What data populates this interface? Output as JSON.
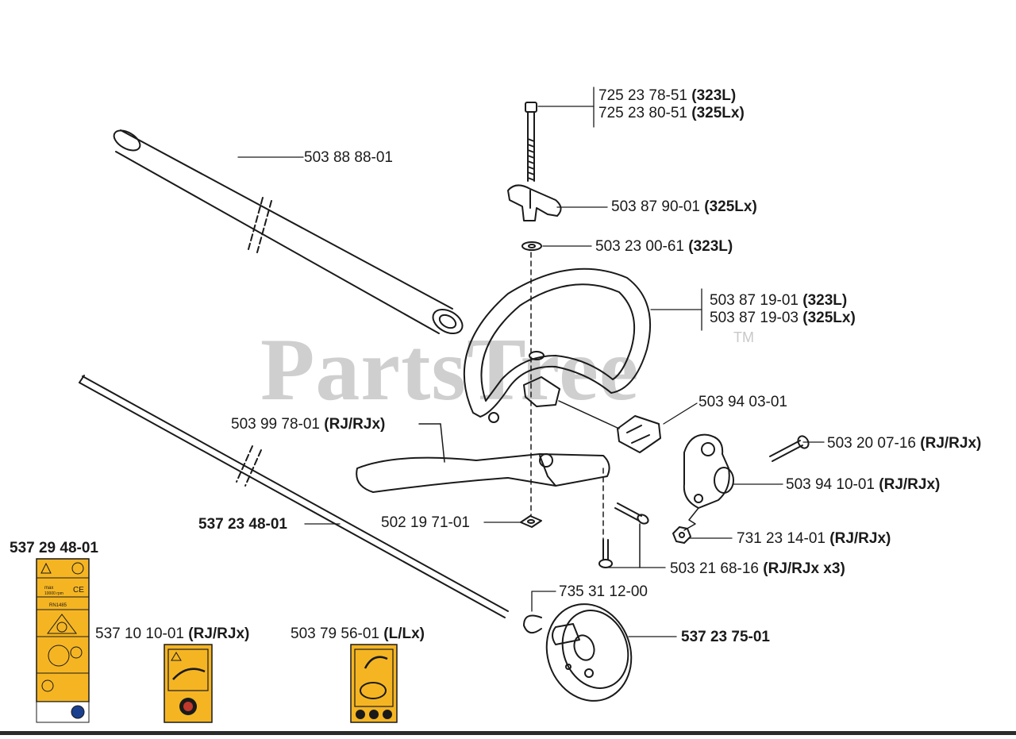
{
  "watermark": {
    "text": "PartsTree",
    "tm": "TM"
  },
  "parts": [
    {
      "id": "bolt",
      "lines": [
        {
          "code": "725 23 78-51",
          "variant": "(323L)"
        },
        {
          "code": "725 23 80-51",
          "variant": "(325Lx)"
        }
      ]
    },
    {
      "id": "shaft-tube",
      "lines": [
        {
          "code": "503 88 88-01",
          "variant": ""
        }
      ]
    },
    {
      "id": "wing-nut",
      "lines": [
        {
          "code": "503 87 90-01",
          "variant": "(325Lx)"
        }
      ]
    },
    {
      "id": "washer",
      "lines": [
        {
          "code": "503 23 00-61",
          "variant": "(323L)"
        }
      ]
    },
    {
      "id": "loop-handle",
      "lines": [
        {
          "code": "503 87 19-01",
          "variant": "(323L)"
        },
        {
          "code": "503 87 19-03",
          "variant": "(325Lx)"
        }
      ]
    },
    {
      "id": "clamp-block",
      "lines": [
        {
          "code": "503 94 03-01",
          "variant": ""
        }
      ]
    },
    {
      "id": "rj-handle",
      "lines": [
        {
          "code": "503 99 78-01",
          "variant": "(RJ/RJx)"
        }
      ]
    },
    {
      "id": "screw-right",
      "lines": [
        {
          "code": "503 20 07-16",
          "variant": "(RJ/RJx)"
        }
      ]
    },
    {
      "id": "clamp-housing",
      "lines": [
        {
          "code": "503 94 10-01",
          "variant": "(RJ/RJx)"
        }
      ]
    },
    {
      "id": "square-nut",
      "lines": [
        {
          "code": "502 19 71-01",
          "variant": ""
        }
      ]
    },
    {
      "id": "drive-shaft",
      "lines": [
        {
          "code": "537 23 48-01",
          "variant": ""
        }
      ]
    },
    {
      "id": "hex-nut",
      "lines": [
        {
          "code": "731 23 14-01",
          "variant": "(RJ/RJx)"
        }
      ]
    },
    {
      "id": "screws-x3",
      "lines": [
        {
          "code": "503 21 68-16",
          "variant": "(RJ/RJx x3)"
        }
      ]
    },
    {
      "id": "decal-main",
      "lines": [
        {
          "code": "537 29 48-01",
          "variant": ""
        }
      ]
    },
    {
      "id": "circlip",
      "lines": [
        {
          "code": "735 31 12-00",
          "variant": ""
        }
      ]
    },
    {
      "id": "decal-rj",
      "lines": [
        {
          "code": "537 10 10-01",
          "variant": "(RJ/RJx)"
        }
      ]
    },
    {
      "id": "decal-l",
      "lines": [
        {
          "code": "503 79 56-01",
          "variant": "(L/Lx)"
        }
      ]
    },
    {
      "id": "clutch-drum",
      "lines": [
        {
          "code": "537 23 75-01",
          "variant": ""
        }
      ]
    }
  ],
  "decal_text": {
    "max": "max",
    "rpm": "10000 rpm",
    "ce": "CE",
    "model": "RN1485"
  },
  "colors": {
    "decal_yellow": "#f5b523",
    "line": "#1a1a1a",
    "watermark": "#cfcfcf"
  }
}
